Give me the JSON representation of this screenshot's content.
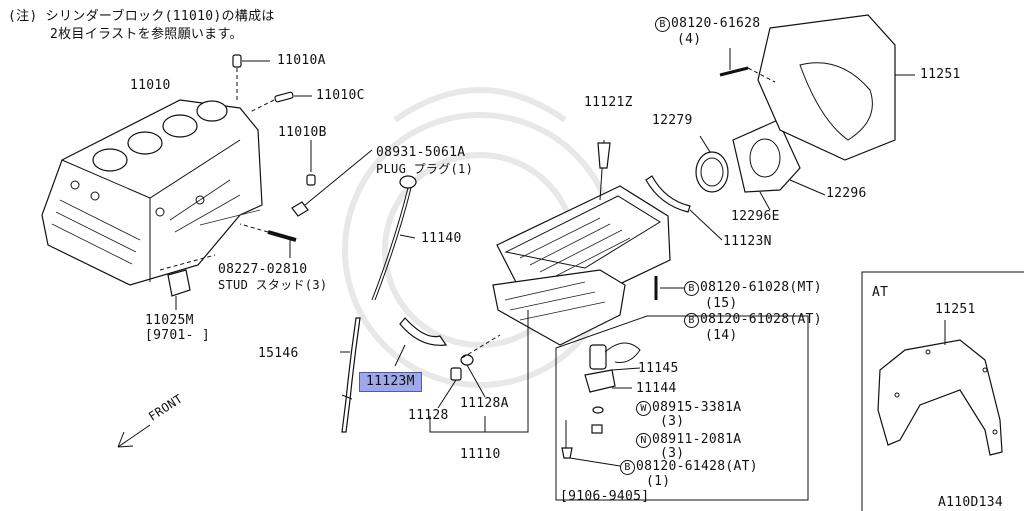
{
  "note": {
    "line1": "(注) シリンダーブロック(11010)の構成は",
    "line2": "2枚目イラストを参照願います。"
  },
  "labels": {
    "p11010A": "11010A",
    "p11010C": "11010C",
    "p11010": "11010",
    "p11010B": "11010B",
    "p08931_code": "08931-5061A",
    "p08931_desc": "PLUG プラグ(1)",
    "p11140": "11140",
    "p08227_code": "08227-02810",
    "p08227_desc": "STUD スタッド(3)",
    "p11025M": "11025M",
    "p11025M_range": "[9701-   ]",
    "p15146": "15146",
    "p11123M": "11123M",
    "p11128": "11128",
    "p11128A": "11128A",
    "p11110": "11110",
    "p11121Z": "11121Z",
    "p12279": "12279",
    "p11123N": "11123N",
    "p08120_61628_code": "08120-61628",
    "p08120_61628_qty": "(4)",
    "p11251": "11251",
    "p12296": "12296",
    "p12296E": "12296E",
    "p08120_61028_mt_code": "08120-61028(MT)",
    "p08120_61028_mt_qty": "(15)",
    "p08120_61028_at_code": "08120-61028(AT)",
    "p08120_61028_at_qty": "(14)",
    "p11145": "11145",
    "p11144": "11144",
    "p08915_code": "08915-3381A",
    "p08915_qty": "(3)",
    "p08911_code": "08911-2081A",
    "p08911_qty": "(3)",
    "p08120_61428_code": "08120-61428(AT)",
    "p08120_61428_qty": "(1)",
    "range_9106": "[9106-9405]",
    "at_box_title": "AT",
    "at_11251": "11251",
    "front": "FRONT",
    "figure_id": "A110D134"
  },
  "prefix_marks": {
    "b": "B",
    "w": "W",
    "n": "N"
  },
  "highlight": {
    "part": "11123M",
    "color": "#9fa8e8"
  }
}
